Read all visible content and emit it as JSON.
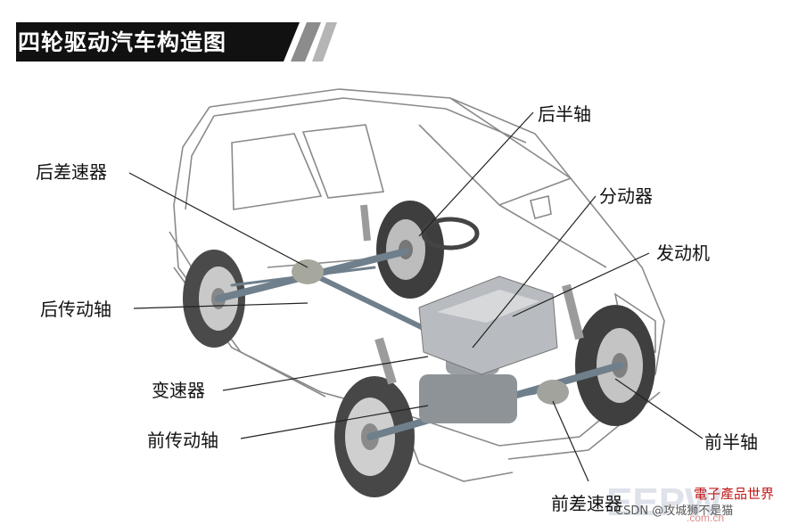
{
  "title": "四轮驱动汽车构造图",
  "labels": {
    "rear_half_shaft": "后半轴",
    "rear_differential": "后差速器",
    "transfer_case": "分动器",
    "engine": "发动机",
    "rear_drive_shaft": "后传动轴",
    "transmission": "变速器",
    "front_drive_shaft": "前传动轴",
    "front_half_shaft": "前半轴",
    "front_differential": "前差速器"
  },
  "watermark": {
    "csdn": "CSDN @攻城狮不是猫",
    "site_cn": "電子產品世界"
  },
  "colors": {
    "banner": "#111111",
    "accent_stripes": "#9a9a9a",
    "body_line": "#8a8a8a",
    "chassis": "#6f7f8c",
    "watermark_red": "#c01818"
  }
}
